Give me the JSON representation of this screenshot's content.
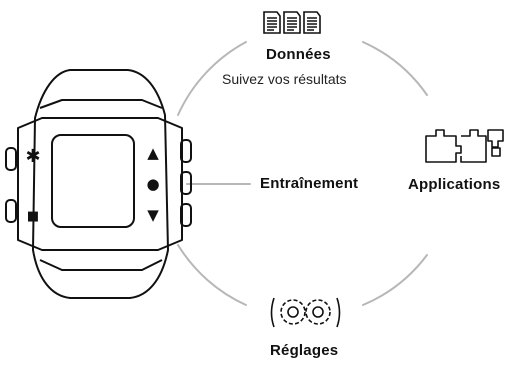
{
  "diagram": {
    "center_item": {
      "label": "Entraînement"
    },
    "items": [
      {
        "id": "donnees",
        "label": "Données",
        "sublabel": "Suivez vos résultats",
        "icon": "documents-icon"
      },
      {
        "id": "applications",
        "label": "Applications",
        "icon": "puzzle-icon"
      },
      {
        "id": "reglages",
        "label": "Réglages",
        "icon": "gears-icon"
      }
    ],
    "watch_buttons": {
      "top_left": "✱",
      "bottom_left": "■",
      "top_right": "▲",
      "middle_right": "●",
      "bottom_right": "▼"
    }
  }
}
